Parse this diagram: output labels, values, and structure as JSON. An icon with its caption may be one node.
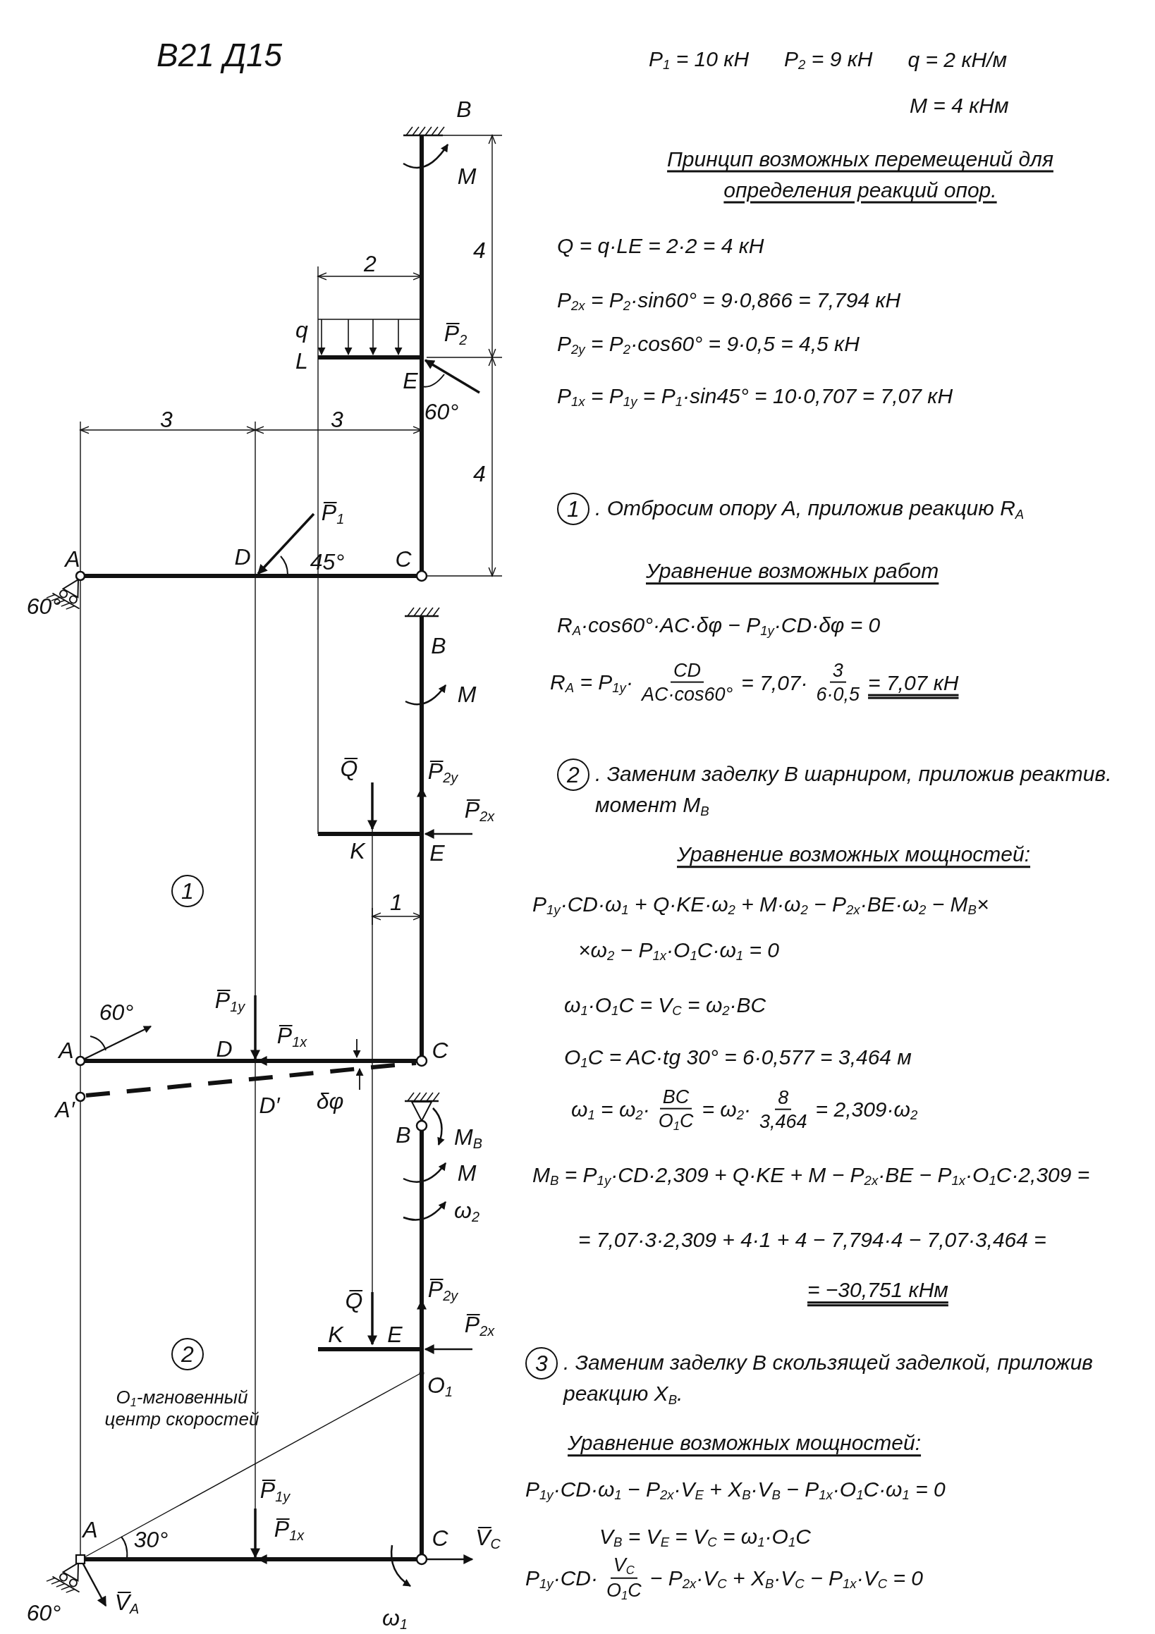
{
  "diagram": {
    "title": "B21 Д15",
    "labels": [
      "B",
      "M",
      "4",
      "2",
      "q",
      "P̅$_{2}$",
      "L",
      "E",
      "3",
      "3",
      "60°",
      "4",
      "P̅$_{1}$",
      "A",
      "D",
      "45°",
      "C",
      "60°",
      "B",
      "M",
      "Q̅",
      "P̅$_{2y}$",
      "K",
      "E",
      "P̅$_{2x}$",
      "1",
      "1",
      "60°",
      "A",
      "P̅$_{1y}$",
      "D",
      "P̅$_{1x}$",
      "C",
      "A′",
      "D′",
      "δφ",
      "B",
      "M$_{B}$",
      "M",
      "ω$_{2}$",
      "Q̅",
      "P̅$_{2y}$",
      "K",
      "E",
      "P̅$_{2x}$",
      "2",
      "O$_{1}$",
      "O$_{1}$-мгновенный центр скоростей",
      "P̅$_{1y}$",
      "A",
      "30°",
      "P̅$_{1x}$",
      "C",
      "V̅$_{C}$",
      "60°",
      "V̅$_{A}$",
      "ω$_{1}$",
      "P$_{1}$ = 10 кН",
      "P$_{2}$ = 9 кН",
      "q = 2 кН/м",
      "M = 4 кНм",
      "Принцип возможных перемещений для определения реакций опор.",
      "Q = q·LE = 2·2 = 4 кН",
      "P$_{2x}$ = P$_{2}$·sin60° = 9·0,866 = 7,794 кН",
      "P$_{2y}$ = P$_{2}$·cos60° = 9·0,5 = 4,5 кН",
      "P$_{1x}$ = P$_{1y}$ = P$_{1}$·sin45° = 10·0,707 = 7,07 кН",
      "1",
      ". Отбросим опору A, приложив реакцию R$_{A}$",
      "Уравнение возможных работ",
      "R$_{A}$·cos60°·AC·δφ − P$_{1y}$·CD·δφ = 0",
      "R$_{A}$ = P$_{1y}$·",
      "CD",
      "AC·cos60°",
      "= 7,07·",
      "3",
      "6·0,5",
      "= 7,07 кН",
      "2",
      ". Заменим заделку B шарниром, приложив реактив. момент M$_{B}$",
      "Уравнение возможных мощностей:",
      "P$_{1y}$·CD·ω$_{1}$ + Q·KE·ω$_{2}$ + M·ω$_{2}$ − P$_{2x}$·BE·ω$_{2}$ − M$_{B}$×",
      "×ω$_{2}$ − P$_{1x}$·O$_{1}$C·ω$_{1}$ = 0",
      "ω$_{1}$·O$_{1}$C = V$_{C}$ = ω$_{2}$·BC",
      "O$_{1}$C = AC·tg 30° = 6·0,577 = 3,464 м",
      "ω$_{1}$ = ω$_{2}$·",
      "BC",
      "O$_{1}$C",
      "= ω$_{2}$·",
      "8",
      "3,464",
      "= 2,309·ω$_{2}$",
      "M$_{B}$ = P$_{1y}$·CD·2,309 + Q·KE + M − P$_{2x}$·BE − P$_{1x}$·O$_{1}$C·2,309 =",
      "= 7,07·3·2,309 + 4·1 + 4 − 7,794·4 − 7,07·3,464 =",
      "= −30,751 кНм",
      "3",
      ". Заменим заделку B скользящей заделкой, приложив реакцию X$_{B}$.",
      "Уравнение возможных мощностей:",
      "P$_{1y}$·CD·ω$_{1}$ − P$_{2x}$·V$_{E}$ + X$_{B}$·V$_{B}$ − P$_{1x}$·O$_{1}$C·ω$_{1}$ = 0",
      "V$_{B}$ = V$_{E}$ = V$_{C}$ = ω$_{1}$·O$_{1}$C",
      "P$_{1y}$·CD·",
      "V$_{C}$",
      "O$_{1}$C",
      "− P$_{2x}$·V$_{C}$ + X$_{B}$·V$_{C}$ − P$_{1x}$·V$_{C}$ = 0"
    ]
  }
}
